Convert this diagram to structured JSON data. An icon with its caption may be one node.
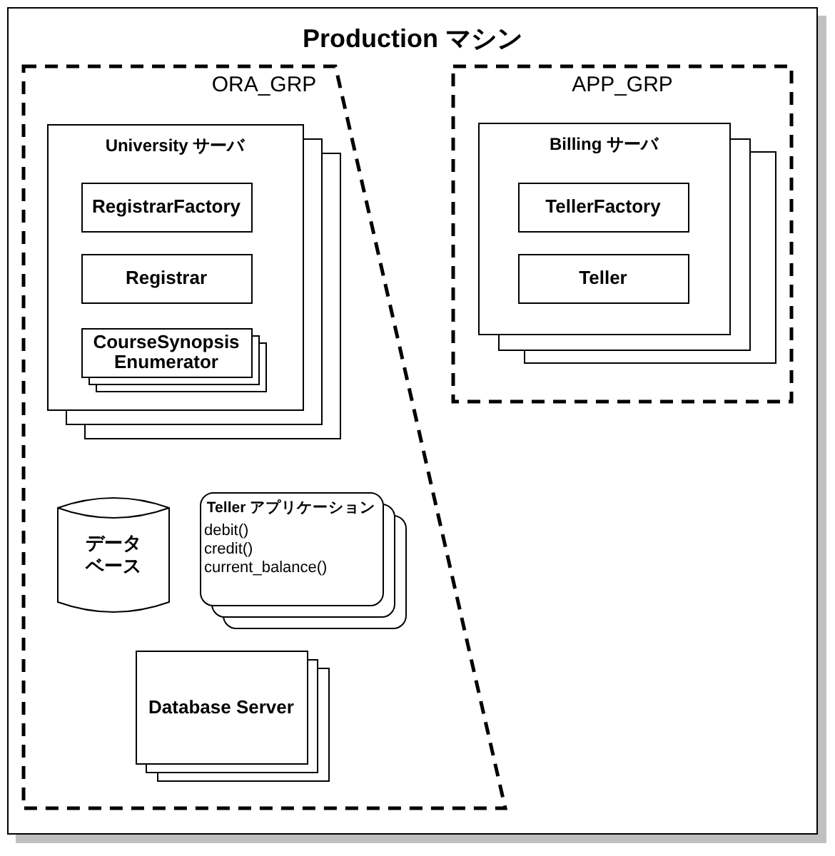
{
  "diagram": {
    "nodes": [
      {
        "text": [
          "Production マシン"
        ]
      },
      {
        "text": [
          "ORA_GRP"
        ],
        "in": 0
      },
      {
        "text": [
          "University サーバ"
        ],
        "in": 1
      },
      {
        "text": [
          "RegistrarFactory"
        ],
        "in": 2
      },
      {
        "text": [
          "Registrar"
        ],
        "in": 2
      },
      {
        "text": [
          "CourseSynopsis Enumerator"
        ],
        "in": 2
      },
      {
        "text": [
          "データベース"
        ],
        "in": 1
      },
      {
        "text": [
          "Teller アプリケーション",
          "debit()",
          "credit()",
          "current_balance()"
        ],
        "in": 1
      },
      {
        "text": [
          "Database Server"
        ],
        "in": 1
      },
      {
        "text": [
          "APP_GRP"
        ],
        "in": 0
      },
      {
        "text": [
          "Billing サーバ"
        ],
        "in": 9
      },
      {
        "text": [
          "TellerFactory"
        ],
        "in": 10
      },
      {
        "text": [
          "Teller"
        ],
        "in": 10
      }
    ]
  }
}
